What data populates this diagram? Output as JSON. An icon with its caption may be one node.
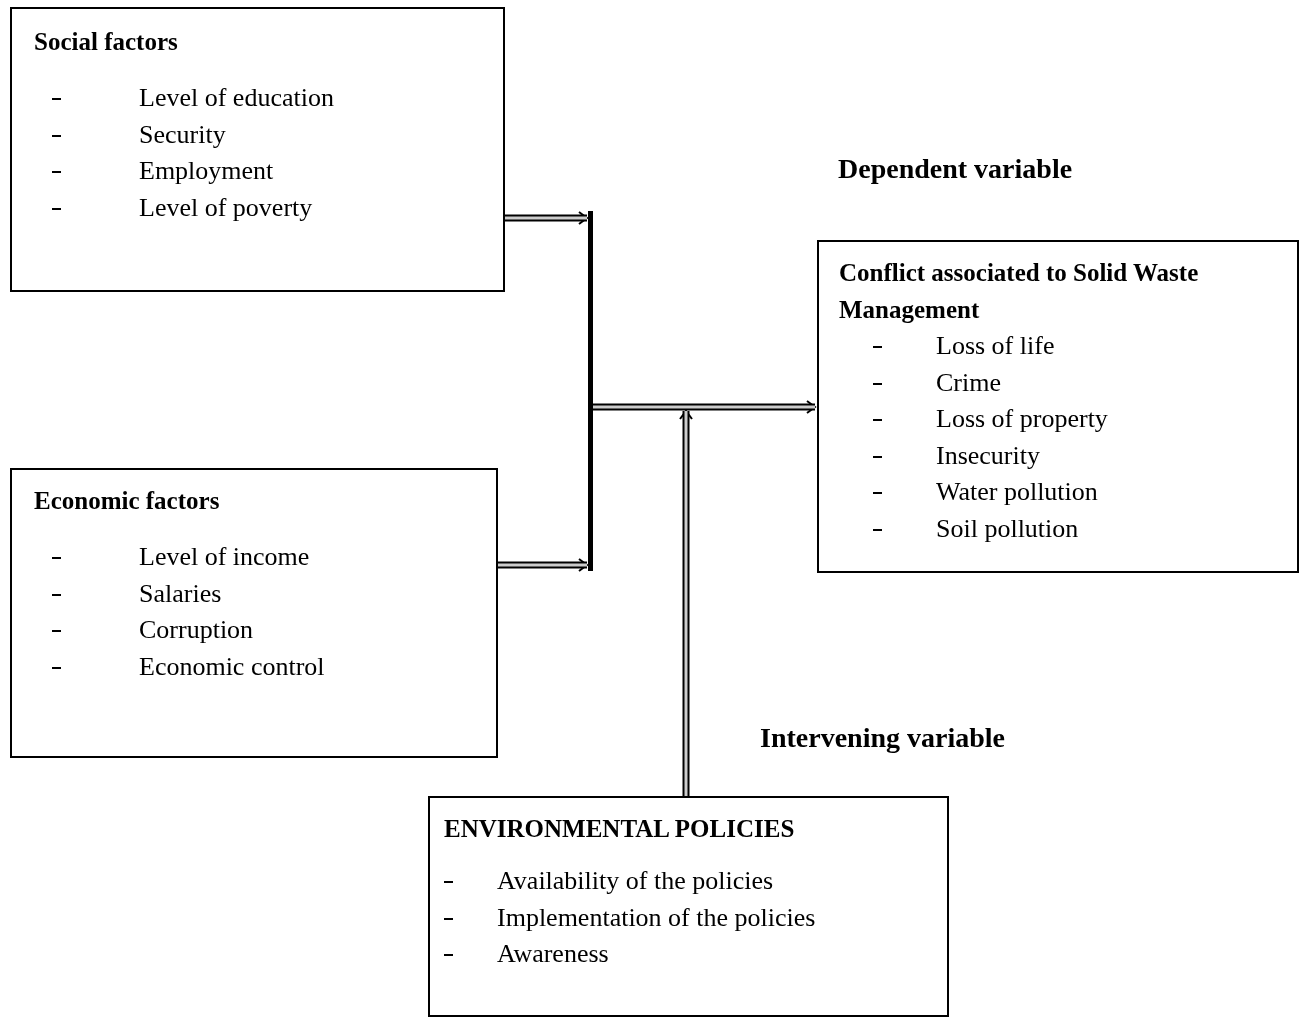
{
  "diagram": {
    "nodes": [
      {
        "text": [
          "Social factors",
          "Level of education",
          "Security",
          "Employment",
          "Level of poverty"
        ]
      },
      {
        "text": [
          "Economic factors",
          "Level of income",
          "Salaries",
          "Corruption",
          "Economic control"
        ]
      },
      {
        "text": [
          "Conflict associated to Solid Waste Management",
          "Loss  of life",
          "Crime",
          "Loss of property",
          "Insecurity",
          "Water pollution",
          "Soil pollution"
        ]
      },
      {
        "text": [
          "ENVIRONMENTAL POLICIES",
          "Availability of the policies",
          "Implementation of the policies",
          "Awareness"
        ]
      },
      {
        "text": [],
        "shape": "bar"
      }
    ],
    "edges": [
      {
        "from": 0,
        "to": 4,
        "arrow": "to"
      },
      {
        "from": 1,
        "to": 4,
        "arrow": "to"
      },
      {
        "from": 4,
        "to": 2,
        "arrow": "to"
      },
      {
        "from": 3,
        "to": null,
        "arrow": "to"
      }
    ],
    "labels": [
      "Dependent variable",
      "Intervening variable"
    ]
  }
}
